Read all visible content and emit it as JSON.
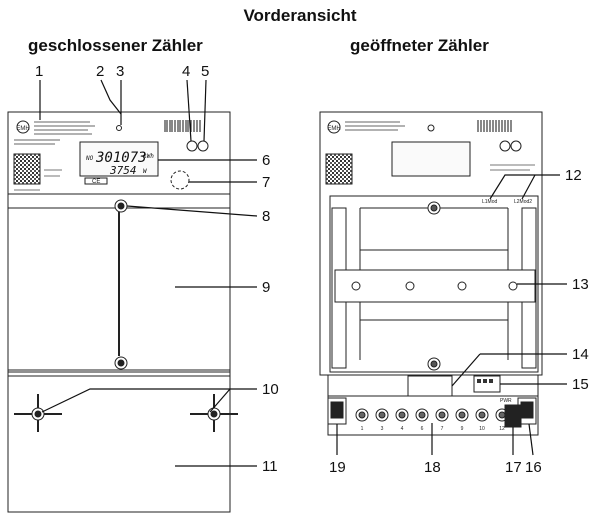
{
  "title": "Vorderansicht",
  "left_view": {
    "caption": "geschlossener Zähler"
  },
  "right_view": {
    "caption": "geöffneter Zähler"
  },
  "display": {
    "reading_top": "301073",
    "unit_top": "kWh",
    "reading_bottom": "3754",
    "unit_bottom": "W",
    "prefix": "NO"
  },
  "terminal_labels": {
    "left": "L1Mod",
    "right": "L2Mod2",
    "module": "PWR"
  },
  "terminal_numbers": [
    "1",
    "3",
    "4",
    "6",
    "7",
    "9",
    "10",
    "12"
  ],
  "callouts": [
    "1",
    "2",
    "3",
    "4",
    "5",
    "6",
    "7",
    "8",
    "9",
    "10",
    "11",
    "12",
    "13",
    "14",
    "15",
    "16",
    "17",
    "18",
    "19"
  ],
  "colors": {
    "ink": "#222222",
    "body": "#ffffff",
    "panel": "#f2f2f2"
  }
}
